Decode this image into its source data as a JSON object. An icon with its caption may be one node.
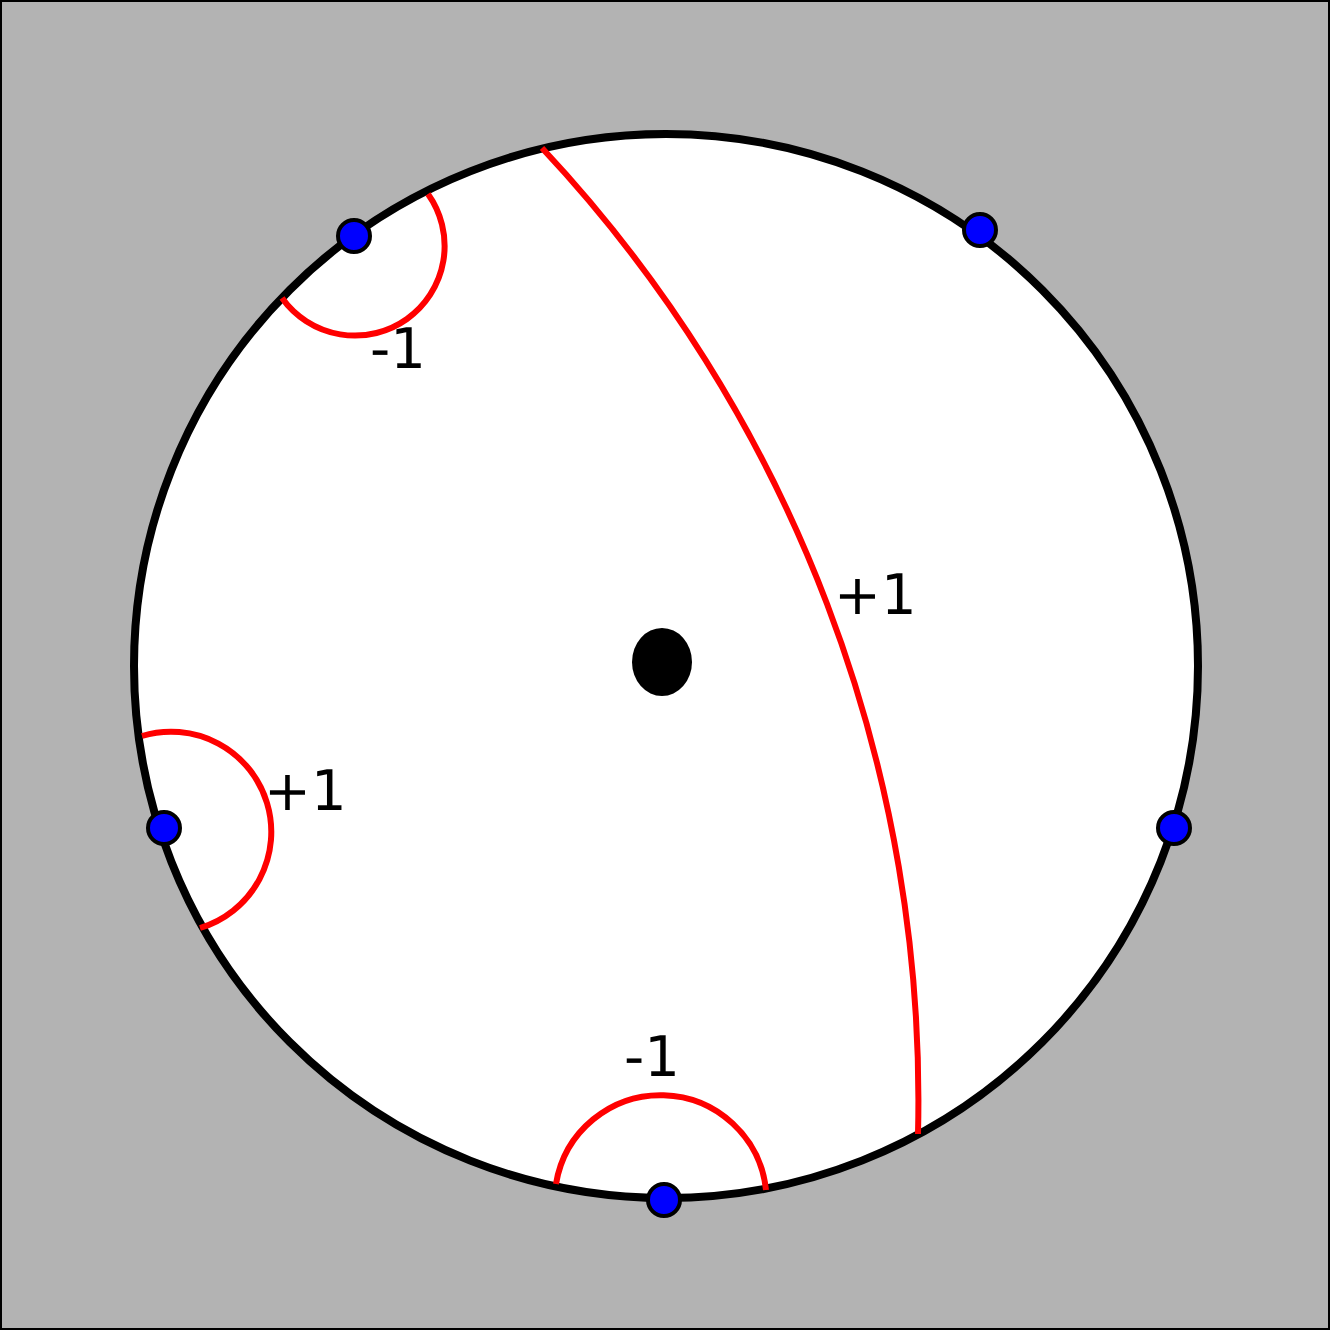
{
  "diagram": {
    "labels": [
      "-1",
      "+1",
      "+1",
      "-1"
    ]
  }
}
